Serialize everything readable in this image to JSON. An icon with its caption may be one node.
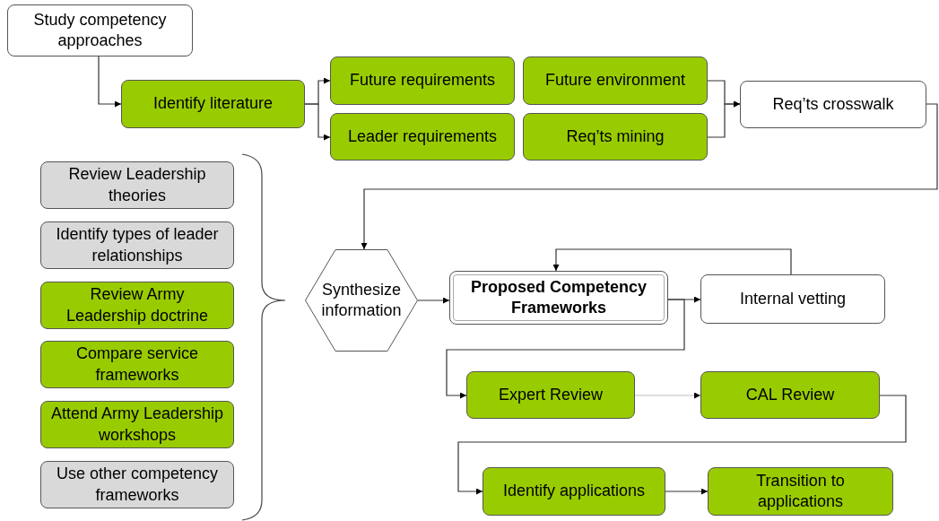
{
  "diagram": {
    "nodes": [
      {
        "text": [
          "Study competency approaches"
        ]
      },
      {
        "text": [
          "Identify literature"
        ]
      },
      {
        "text": [
          "Future requirements"
        ]
      },
      {
        "text": [
          "Leader requirements"
        ]
      },
      {
        "text": [
          "Future environment"
        ]
      },
      {
        "text": [
          "Req’ts mining"
        ]
      },
      {
        "text": [
          "Req’ts crosswalk"
        ]
      },
      {
        "text": [
          "Review Leadership theories"
        ]
      },
      {
        "text": [
          "Identify types of leader relationships"
        ]
      },
      {
        "text": [
          "Review Army Leadership doctrine"
        ]
      },
      {
        "text": [
          "Compare service frameworks"
        ]
      },
      {
        "text": [
          "Attend Army Leadership workshops"
        ]
      },
      {
        "text": [
          "Use other competency frameworks"
        ]
      },
      {
        "text": [
          "Synthesize information"
        ]
      },
      {
        "text": [
          "Proposed Competency Frameworks"
        ]
      },
      {
        "text": [
          "Internal vetting"
        ]
      },
      {
        "text": [
          "Expert Review"
        ]
      },
      {
        "text": [
          "CAL Review"
        ]
      },
      {
        "text": [
          "Identify applications"
        ]
      },
      {
        "text": [
          "Transition to applications"
        ]
      }
    ],
    "edges": [
      {
        "from": 0,
        "to": 1,
        "arrow": "to"
      },
      {
        "from": 1,
        "to": 2,
        "arrow": "to"
      },
      {
        "from": 1,
        "to": 3,
        "arrow": "to"
      },
      {
        "from": 4,
        "to": 6,
        "arrow": "to"
      },
      {
        "from": 5,
        "to": 6,
        "arrow": "to"
      },
      {
        "from": 6,
        "to": 13,
        "arrow": "to"
      },
      {
        "from": 13,
        "to": 14,
        "arrow": "to"
      },
      {
        "from": 14,
        "to": 15,
        "arrow": "to"
      },
      {
        "from": 15,
        "to": 14,
        "arrow": "to"
      },
      {
        "from": 14,
        "to": 16,
        "arrow": "to"
      },
      {
        "from": 16,
        "to": 17,
        "arrow": "to",
        "color": "#bfbfbf"
      },
      {
        "from": 17,
        "to": 18,
        "arrow": "to"
      },
      {
        "from": 18,
        "to": 19,
        "arrow": "to"
      }
    ]
  }
}
